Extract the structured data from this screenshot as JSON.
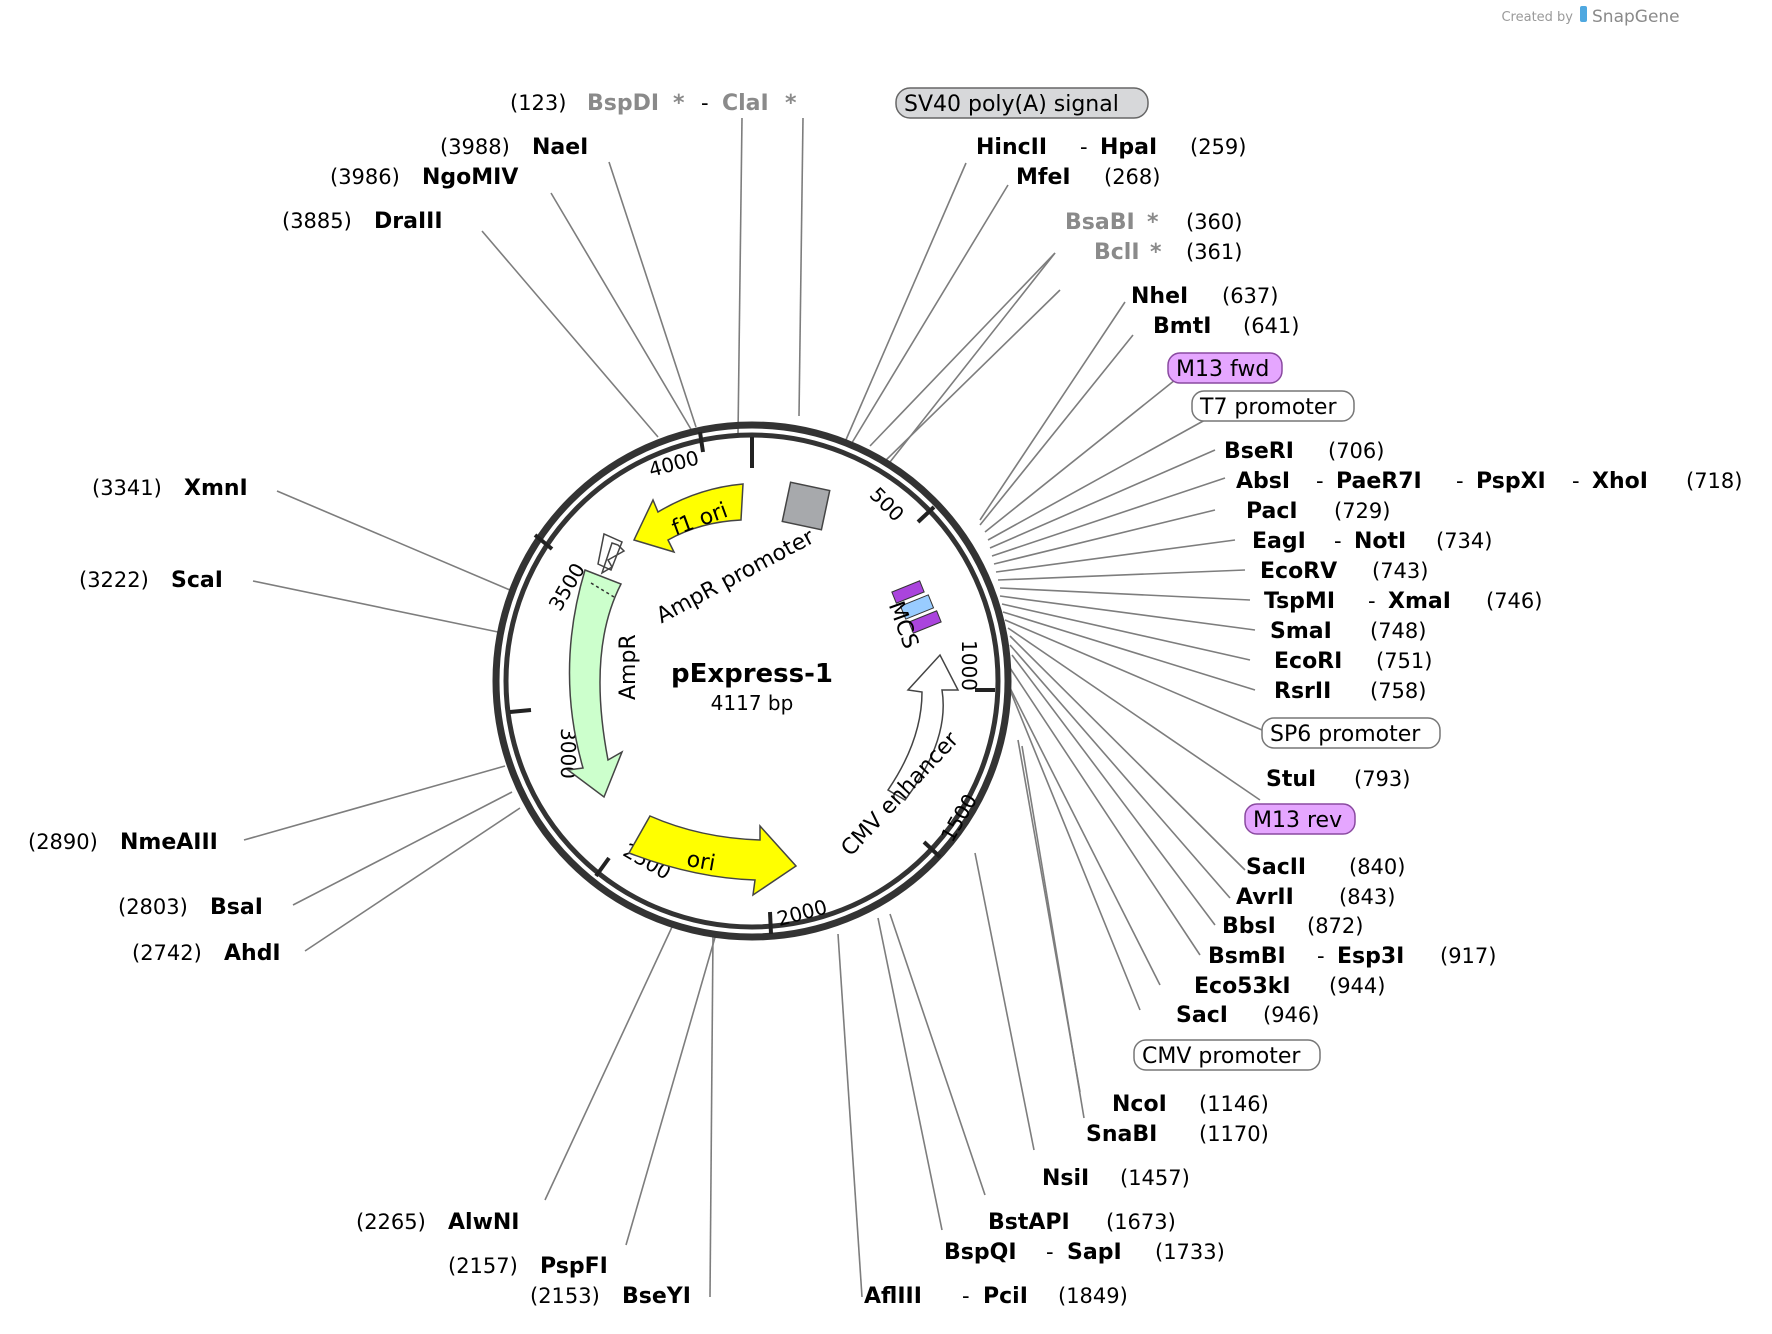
{
  "credit": {
    "prefix": "Created by",
    "brand": "SnapGene"
  },
  "plasmid": {
    "name": "pExpress-1",
    "size": "4117 bp"
  },
  "ticks": [
    "500",
    "1000",
    "1500",
    "2000",
    "2500",
    "3000",
    "3500",
    "4000"
  ],
  "features": {
    "f1_ori": "f1 ori",
    "ampr_promoter": "AmpR promoter",
    "ampr": "AmpR",
    "ori": "ori",
    "cmv_enhancer": "CMV enhancer",
    "mcs": "MCS",
    "sv40": "SV40 poly(A) signal",
    "m13_fwd": "M13 fwd",
    "t7": "T7 promoter",
    "sp6": "SP6 promoter",
    "m13_rev": "M13 rev",
    "cmv_promoter": "CMV promoter"
  },
  "colors": {
    "yellow_feature": "#ffff00",
    "ampr_green": "#ccffcc",
    "primer_purple": "#e5a6ff",
    "sv40_grey": "#a7a9ac",
    "mcs_blue": "#99ccff"
  },
  "sites": {
    "bspdi": {
      "pos": "(123)",
      "name": "BspDI",
      "name2": "ClaI",
      "star": "*"
    },
    "naei": {
      "pos": "(3988)",
      "name": "NaeI"
    },
    "ngomiv": {
      "pos": "(3986)",
      "name": "NgoMIV"
    },
    "draiii": {
      "pos": "(3885)",
      "name": "DraIII"
    },
    "xmni": {
      "pos": "(3341)",
      "name": "XmnI"
    },
    "scai": {
      "pos": "(3222)",
      "name": "ScaI"
    },
    "nmeaiii": {
      "pos": "(2890)",
      "name": "NmeAIII"
    },
    "bsai": {
      "pos": "(2803)",
      "name": "BsaI"
    },
    "ahdi": {
      "pos": "(2742)",
      "name": "AhdI"
    },
    "alwni": {
      "pos": "(2265)",
      "name": "AlwNI"
    },
    "pspfi": {
      "pos": "(2157)",
      "name": "PspFI"
    },
    "bseyi": {
      "pos": "(2153)",
      "name": "BseYI"
    },
    "afliii": {
      "pos": "(1849)",
      "name": "AflIII",
      "name2": "PciI"
    },
    "bspqi": {
      "pos": "(1733)",
      "name": "BspQI",
      "name2": "SapI"
    },
    "bstapi": {
      "pos": "(1673)",
      "name": "BstAPI"
    },
    "nsii": {
      "pos": "(1457)",
      "name": "NsiI"
    },
    "snabi": {
      "pos": "(1170)",
      "name": "SnaBI"
    },
    "ncoi": {
      "pos": "(1146)",
      "name": "NcoI"
    },
    "saci": {
      "pos": "(946)",
      "name": "SacI"
    },
    "eco53ki": {
      "pos": "(944)",
      "name": "Eco53kI"
    },
    "bsmbi": {
      "pos": "(917)",
      "name": "BsmBI",
      "name2": "Esp3I"
    },
    "bbsi": {
      "pos": "(872)",
      "name": "BbsI"
    },
    "avrii": {
      "pos": "(843)",
      "name": "AvrII"
    },
    "sacii": {
      "pos": "(840)",
      "name": "SacII"
    },
    "stui": {
      "pos": "(793)",
      "name": "StuI"
    },
    "rsrii": {
      "pos": "(758)",
      "name": "RsrII"
    },
    "ecori": {
      "pos": "(751)",
      "name": "EcoRI"
    },
    "smai": {
      "pos": "(748)",
      "name": "SmaI"
    },
    "tspmi": {
      "pos": "(746)",
      "name": "TspMI",
      "name2": "XmaI"
    },
    "ecorv": {
      "pos": "(743)",
      "name": "EcoRV"
    },
    "eagi": {
      "pos": "(734)",
      "name": "EagI",
      "name2": "NotI"
    },
    "paci": {
      "pos": "(729)",
      "name": "PacI"
    },
    "absi": {
      "pos": "(718)",
      "name": "AbsI",
      "name2": "PaeR7I",
      "name3": "PspXI",
      "name4": "XhoI"
    },
    "bseri": {
      "pos": "(706)",
      "name": "BseRI"
    },
    "bmti": {
      "pos": "(641)",
      "name": "BmtI"
    },
    "nhei": {
      "pos": "(637)",
      "name": "NheI"
    },
    "bcli": {
      "pos": "(361)",
      "name": "BclI",
      "star": "*"
    },
    "bsabi": {
      "pos": "(360)",
      "name": "BsaBI",
      "star": "*"
    },
    "mfei": {
      "pos": "(268)",
      "name": "MfeI"
    },
    "hincii": {
      "pos": "(259)",
      "name": "HincII",
      "name2": "HpaI"
    }
  },
  "sep": "-"
}
